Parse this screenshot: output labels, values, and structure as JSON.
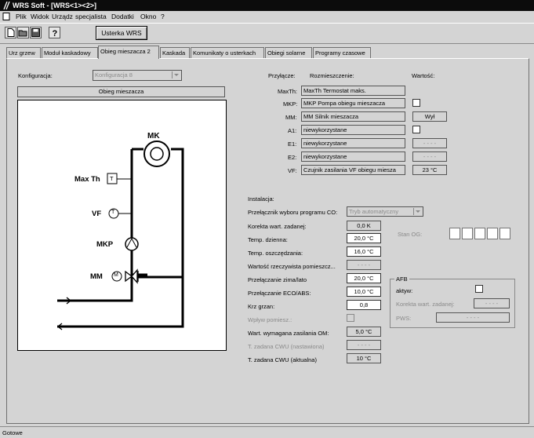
{
  "window": {
    "title": "WRS Soft - [WRS<1><2>]"
  },
  "menu": [
    "Plik",
    "Widok",
    "Urządz",
    "specjalista",
    "Dodatki",
    "Okno",
    "?"
  ],
  "toolbar": {
    "usterka_button": "Usterka WRS"
  },
  "tabs": [
    "Urz grzew",
    "Moduł kaskadowy",
    "Obieg mieszacza 2",
    "Kaskada",
    "Komunikaty o usterkach",
    "Obiegi solarne",
    "Programy czasowe"
  ],
  "active_tab": "Obieg mieszacza 2",
  "config": {
    "label": "Konfiguracja:",
    "value": "Konfiguracja 8",
    "circuit_title": "Obieg mieszacza"
  },
  "diagram": {
    "mk": "MK",
    "maxth": "Max Th",
    "t": "T",
    "vf": "VF",
    "mkp": "MKP",
    "mm": "MM",
    "m": "M"
  },
  "connections": {
    "headers": {
      "przylacze": "Przyłącze:",
      "rozmieszczenie": "Rozmieszczenie:",
      "wartosc": "Wartość:"
    },
    "rows": [
      {
        "name": "MaxTh:",
        "placement": "MaxTh Termostat maks.",
        "value": ""
      },
      {
        "name": "MKP:",
        "placement": "MKP Pompa obiegu mieszacza",
        "value": ""
      },
      {
        "name": "MM:",
        "placement": "MM Silnik mieszacza",
        "value": "Wył"
      },
      {
        "name": "A1:",
        "placement": "niewykorzystane",
        "value": ""
      },
      {
        "name": "E1:",
        "placement": "niewykorzystane",
        "value": "- - - -"
      },
      {
        "name": "E2:",
        "placement": "niewykorzystane",
        "value": "- - - -"
      },
      {
        "name": "VF:",
        "placement": "Czujnik zasilania VF obiegu miesza",
        "value": "23 °C"
      }
    ]
  },
  "installation": {
    "title": "Instalacja:",
    "program_label": "Przełącznik wyboru programu CO:",
    "program_value": "Tryb automatyczny",
    "rows": [
      {
        "label": "Korekta wart. zadanej:",
        "value": "0,0  K",
        "style": "gray"
      },
      {
        "label": "Temp. dzienna:",
        "value": "20,0  °C",
        "style": "white"
      },
      {
        "label": "Temp. oszczędzania:",
        "value": "16,0  °C",
        "style": "white"
      },
      {
        "label": "Wartość rzeczywista pomieszcz...",
        "value": "- - - -",
        "style": "gray"
      },
      {
        "label": "Przełączanie zima/lato",
        "value": "20,0  °C",
        "style": "white"
      },
      {
        "label": "Przełączanie ECO/ABS:",
        "value": "10,0  °C",
        "style": "white"
      },
      {
        "label": "Krz grzan:",
        "value": "0,8",
        "style": "white"
      },
      {
        "label": "Wpływ pomiesz.:",
        "value": "",
        "style": "checkbox"
      },
      {
        "label": "Wart. wymagana zasilania OM:",
        "value": "5,0  °C",
        "style": "gray"
      },
      {
        "label": "T. zadana CWU (nastawiona)",
        "value": "- - - -",
        "style": "gray"
      },
      {
        "label": "T. zadana CWU (aktualna)",
        "value": "10  °C",
        "style": "gray"
      }
    ],
    "stan_og": "Stan OG:",
    "afb": {
      "title": "AFB",
      "aktyw": "aktyw:",
      "korekta": "Korekta wart. zadanej:",
      "korekta_value": "- - - -",
      "pws": "PWS:",
      "pws_value": "- - - -"
    }
  },
  "status": "Gotowe"
}
